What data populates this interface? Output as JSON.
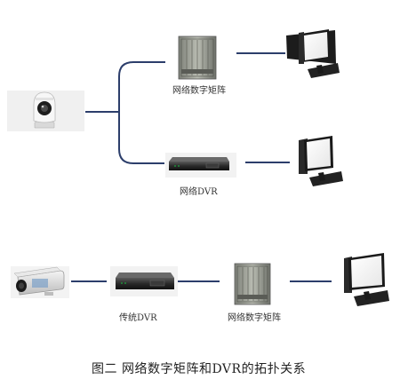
{
  "upper_diagram": {
    "matrix_label": "网络数字矩阵",
    "dvr_label": "网络DVR"
  },
  "lower_diagram": {
    "dvr_label": "传统DVR",
    "matrix_label": "网络数字矩阵"
  },
  "caption": "图二  网络数字矩阵和DVR的拓扑关系",
  "colors": {
    "connector_line": "#2c3e6b",
    "device_gray": "#8a8a8a",
    "monitor_frame": "#1a1a1a"
  }
}
